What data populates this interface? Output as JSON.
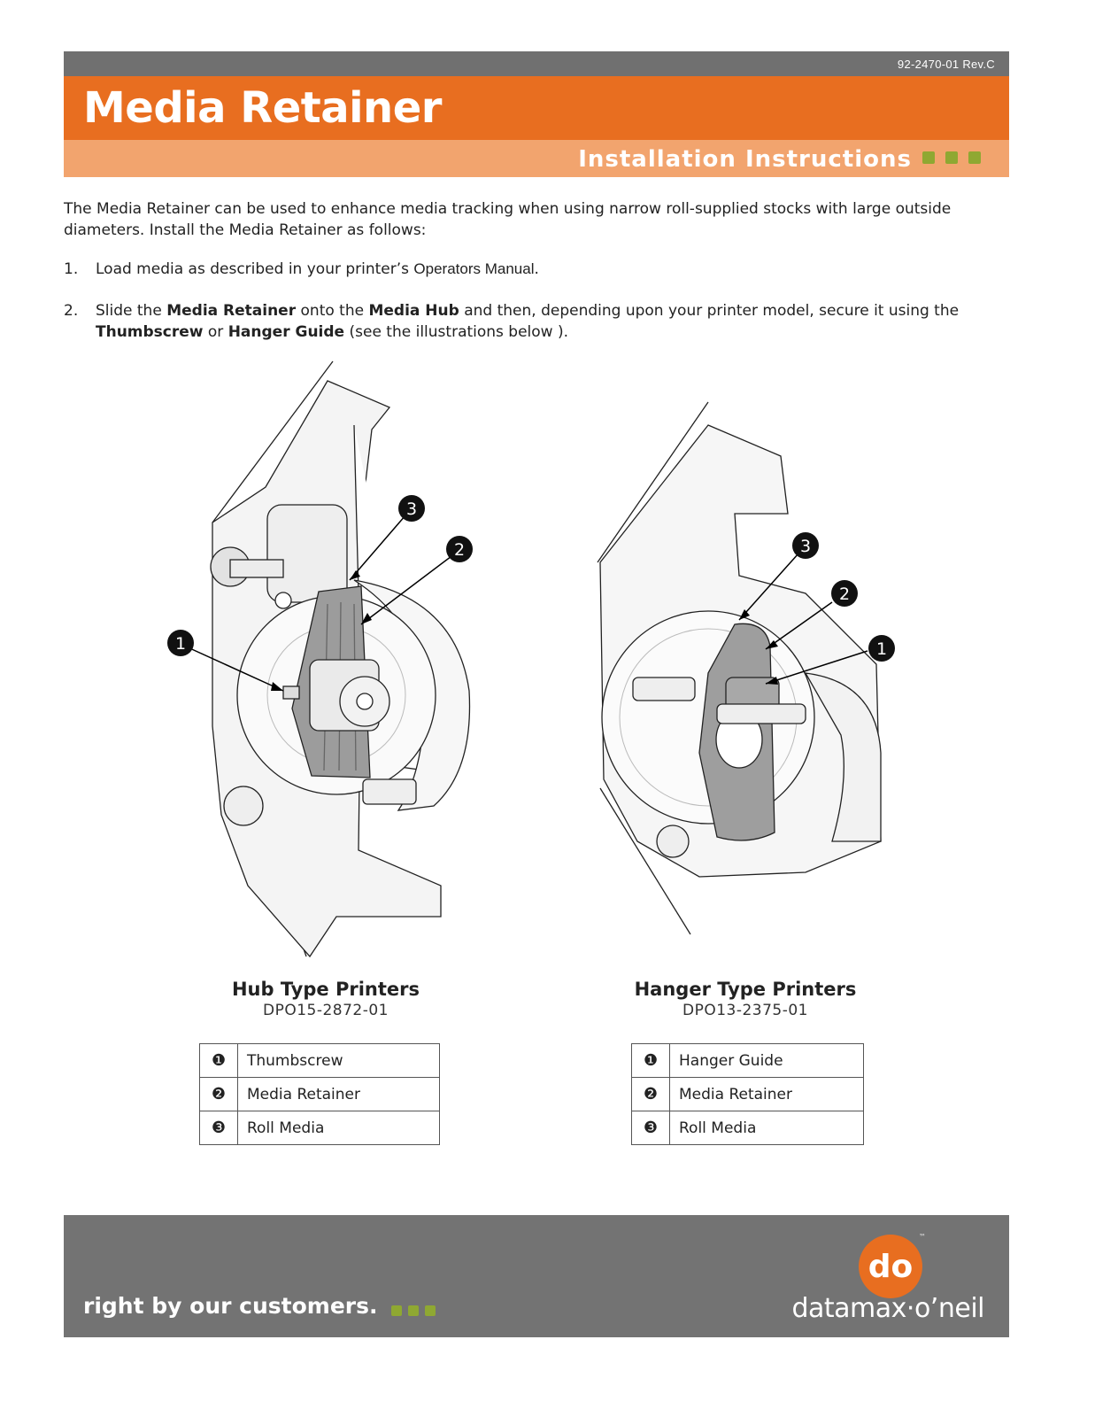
{
  "header": {
    "doc_number": "92-2470-01 Rev.C",
    "title": "Media Retainer",
    "subtitle": "Installation Instructions"
  },
  "intro": "The Media Retainer can be used to enhance media tracking when using narrow roll-supplied stocks with large outside diameters. Install the Media Retainer as follows:",
  "steps": [
    {
      "number": "1.",
      "text_before": "Load media as described in your printer’s ",
      "manual": "Operators Manual",
      "text_after": "."
    },
    {
      "number": "2.",
      "p1": "Slide the ",
      "b1": "Media Retainer",
      "p2": " onto the ",
      "b2": "Media Hub",
      "p3": " and then, depending upon your printer model, secure it using the",
      "b3": "Thumbscrew",
      "p4": " or ",
      "b4": "Hanger Guide",
      "p5": " (see the illustrations below )."
    }
  ],
  "hub": {
    "title": "Hub Type Printers",
    "code": "DPO15-2872-01",
    "callouts": [
      "1",
      "2",
      "3"
    ],
    "legend": [
      {
        "num": "❶",
        "label": "Thumbscrew"
      },
      {
        "num": "❷",
        "label": "Media Retainer"
      },
      {
        "num": "❸",
        "label": "Roll Media"
      }
    ]
  },
  "hanger": {
    "title": "Hanger Type Printers",
    "code": "DPO13-2375-01",
    "callouts": [
      "1",
      "2",
      "3"
    ],
    "legend": [
      {
        "num": "❶",
        "label": "Hanger Guide"
      },
      {
        "num": "❷",
        "label": "Media Retainer"
      },
      {
        "num": "❸",
        "label": "Roll Media"
      }
    ]
  },
  "footer": {
    "tagline": "right by our customers.",
    "logo_text": "do",
    "brand": "datamax·o’neil",
    "tm": "™"
  },
  "colors": {
    "orange": "#e86e20",
    "light_orange": "#f2a46e",
    "grey": "#737373",
    "green": "#8fa832"
  }
}
